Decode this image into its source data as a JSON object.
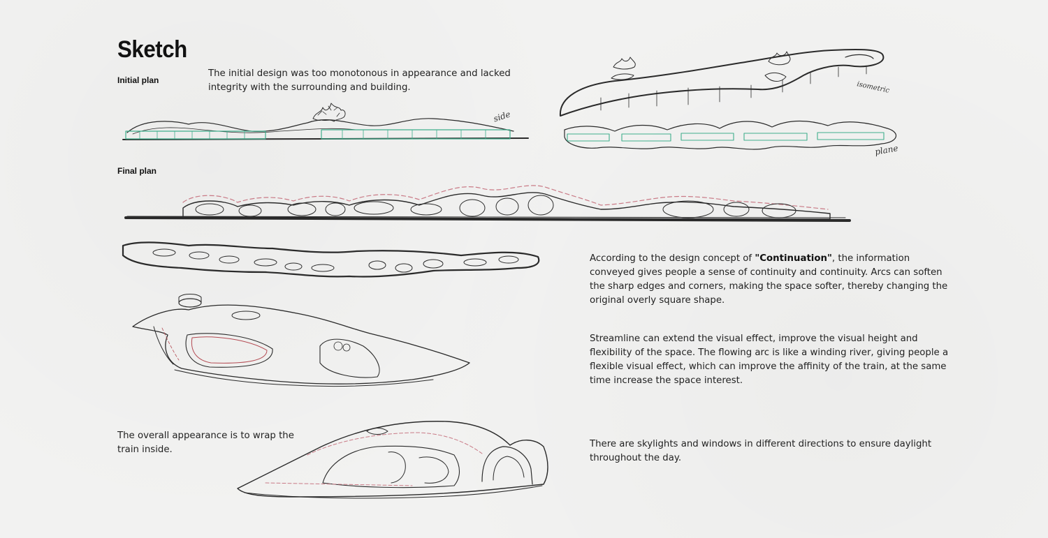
{
  "page": {
    "title": "Sketch",
    "initial_plan_label": "Initial plan",
    "final_plan_label": "Final plan",
    "initial_plan_text": "The initial design was too monotonous in appearance and lacked integrity with the surrounding and building.",
    "concept_text_prefix": "According to the design concept of ",
    "concept_keyword": "\"Continuation\"",
    "concept_text_suffix": ", the information conveyed gives people a sense of continuity and continuity. Arcs can soften the sharp edges and corners, making the space softer, thereby changing the original overly square shape.",
    "streamline_text": "Streamline can extend the visual effect, improve the visual height and flexibility of the space. The flowing arc is like a winding river, giving people a flexible visual effect, which can improve the affinity of the train, at the same time increase the space interest.",
    "wrap_text": "The overall appearance is to wrap the train inside.",
    "skylight_text": "There are skylights and windows in different directions to ensure daylight throughout the day.",
    "sketch_notes": {
      "side": "side",
      "isometric": "isometric",
      "plane": "plane"
    }
  },
  "colors": {
    "ink": "#2a2a2a",
    "green": "#3fae8c",
    "red_dash": "#c97a86",
    "red_line": "#b44a52"
  }
}
